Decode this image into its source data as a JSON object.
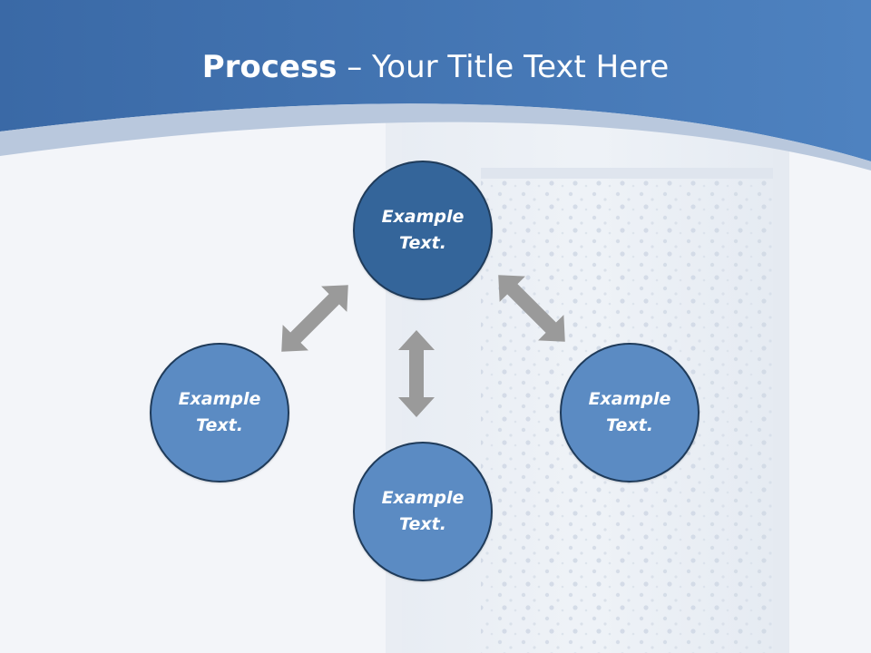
{
  "slide": {
    "title_bold": "Process",
    "title_rest": " – Your Title Text Here"
  },
  "nodes": [
    {
      "id": "top",
      "text": "Example\nText."
    },
    {
      "id": "left",
      "text": "Example\nText."
    },
    {
      "id": "bottom",
      "text": "Example\nText."
    },
    {
      "id": "right",
      "text": "Example\nText."
    }
  ],
  "colors": {
    "header_blue": "#3f72ad",
    "node_dark": "#34659a",
    "node_light": "#5b8bc3",
    "arrow_gray": "#9a9a9a"
  }
}
